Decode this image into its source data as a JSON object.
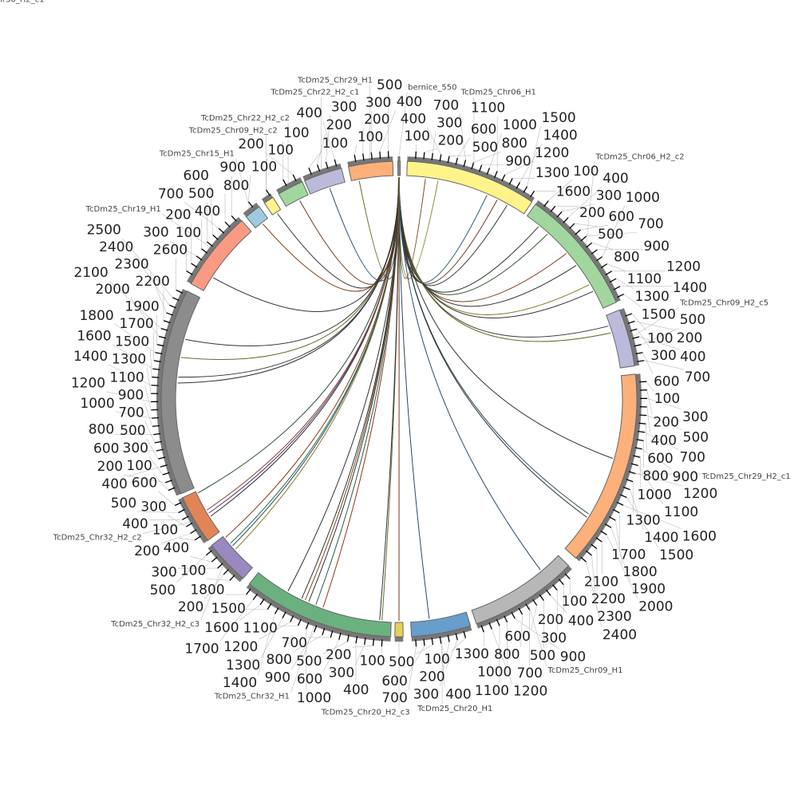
{
  "title": "Circos synteny plot",
  "tick_step": 100,
  "segments": [
    {
      "name": "bernice_550",
      "length": 30,
      "color": "#888888"
    },
    {
      "name": "TcDm25_Chr06_H1",
      "length": 1650,
      "color": "#fff38a"
    },
    {
      "name": "TcDm25_Chr06_H2_c2",
      "length": 1550,
      "color": "#a1d79e"
    },
    {
      "name": "TcDm25_Chr09_H2_c5",
      "length": 750,
      "color": "#bcbadb"
    },
    {
      "name": "TcDm25_Chr29_H2_c1",
      "length": 2450,
      "color": "#fdb079"
    },
    {
      "name": "TcDm25_Chr09_H1",
      "length": 1350,
      "color": "#b7b7b7"
    },
    {
      "name": "TcDm25_Chr20_H1",
      "length": 750,
      "color": "#679ecb"
    },
    {
      "name": "TcDm25_Chr20_H2_c3",
      "length": 40,
      "color": "#e8cf57"
    },
    {
      "name": "TcDm25_Chr32_H1",
      "length": 1850,
      "color": "#6bb17f"
    },
    {
      "name": "TcDm25_Chr32_H2_c3",
      "length": 550,
      "color": "#9a88c0"
    },
    {
      "name": "TcDm25_Chr32_H2_c2",
      "length": 650,
      "color": "#e28556"
    },
    {
      "name": "TcDm25_Chr30_H2_c1",
      "length": 2650,
      "color": "#8c8c8c"
    },
    {
      "name": "TcDm25_Chr19_H1",
      "length": 950,
      "color": "#fb9a83"
    },
    {
      "name": "TcDm25_Chr15_H1",
      "length": 150,
      "color": "#9ecae1"
    },
    {
      "name": "TcDm25_Chr09_H2_c2",
      "length": 120,
      "color": "#fff38a"
    },
    {
      "name": "TcDm25_Chr22_H2_c2",
      "length": 250,
      "color": "#a1d79e"
    },
    {
      "name": "TcDm25_Chr22_H2_c1",
      "length": 450,
      "color": "#bcbadb"
    },
    {
      "name": "TcDm25_Chr29_H1",
      "length": 550,
      "color": "#fdb079"
    }
  ],
  "links": [
    [
      0,
      10,
      1,
      250,
      "#7a4a2a"
    ],
    [
      0,
      12,
      1,
      420,
      "#8a8a3a"
    ],
    [
      0,
      14,
      1,
      1100,
      "#2a5a6a"
    ],
    [
      0,
      15,
      1,
      1250,
      "#6a3a2a"
    ],
    [
      0,
      16,
      1,
      1400,
      "#333333"
    ],
    [
      0,
      10,
      2,
      200,
      "#333333"
    ],
    [
      0,
      11,
      2,
      350,
      "#3a5a3a"
    ],
    [
      0,
      12,
      2,
      700,
      "#7a3a1a"
    ],
    [
      0,
      13,
      2,
      900,
      "#333333"
    ],
    [
      0,
      14,
      2,
      1200,
      "#8a7a2a"
    ],
    [
      0,
      15,
      2,
      1300,
      "#333333"
    ],
    [
      0,
      16,
      3,
      150,
      "#333333"
    ],
    [
      0,
      17,
      3,
      250,
      "#6a6a2a"
    ],
    [
      0,
      12,
      4,
      1100,
      "#333333"
    ],
    [
      0,
      13,
      4,
      1900,
      "#2a4a5a"
    ],
    [
      0,
      14,
      4,
      1950,
      "#333333"
    ],
    [
      0,
      15,
      5,
      300,
      "#2a4a6a"
    ],
    [
      0,
      16,
      6,
      500,
      "#2a4a6a"
    ],
    [
      0,
      17,
      7,
      20,
      "#7a3a1a"
    ],
    [
      0,
      10,
      8,
      120,
      "#6a6a2a"
    ],
    [
      0,
      11,
      8,
      150,
      "#333333"
    ],
    [
      0,
      12,
      8,
      900,
      "#8a3a1a"
    ],
    [
      0,
      13,
      8,
      1000,
      "#2a5a4a"
    ],
    [
      0,
      14,
      8,
      1100,
      "#333333"
    ],
    [
      0,
      15,
      8,
      1150,
      "#7a4a1a"
    ],
    [
      0,
      16,
      8,
      1200,
      "#333333"
    ],
    [
      0,
      17,
      8,
      1400,
      "#333333"
    ],
    [
      0,
      10,
      9,
      320,
      "#8a7a2a"
    ],
    [
      0,
      11,
      9,
      380,
      "#2a4a6a"
    ],
    [
      0,
      12,
      9,
      420,
      "#2a6a4a"
    ],
    [
      0,
      13,
      9,
      520,
      "#8a3a1a"
    ],
    [
      0,
      14,
      10,
      250,
      "#333333"
    ],
    [
      0,
      15,
      10,
      300,
      "#5a3a7a"
    ],
    [
      0,
      16,
      10,
      350,
      "#7a4a2a"
    ],
    [
      0,
      17,
      10,
      620,
      "#2a4a3a"
    ],
    [
      0,
      10,
      11,
      1450,
      "#333333"
    ],
    [
      0,
      11,
      11,
      1530,
      "#333333"
    ],
    [
      0,
      12,
      11,
      1800,
      "#6a6a2a"
    ],
    [
      0,
      13,
      11,
      2050,
      "#333333"
    ],
    [
      0,
      14,
      12,
      200,
      "#333333"
    ],
    [
      0,
      15,
      13,
      80,
      "#7a3a1a"
    ],
    [
      0,
      16,
      14,
      60,
      "#333333"
    ],
    [
      0,
      17,
      15,
      150,
      "#6a3a1a"
    ],
    [
      0,
      18,
      16,
      250,
      "#2a4a6a"
    ],
    [
      0,
      19,
      17,
      100,
      "#6a6a2a"
    ]
  ]
}
